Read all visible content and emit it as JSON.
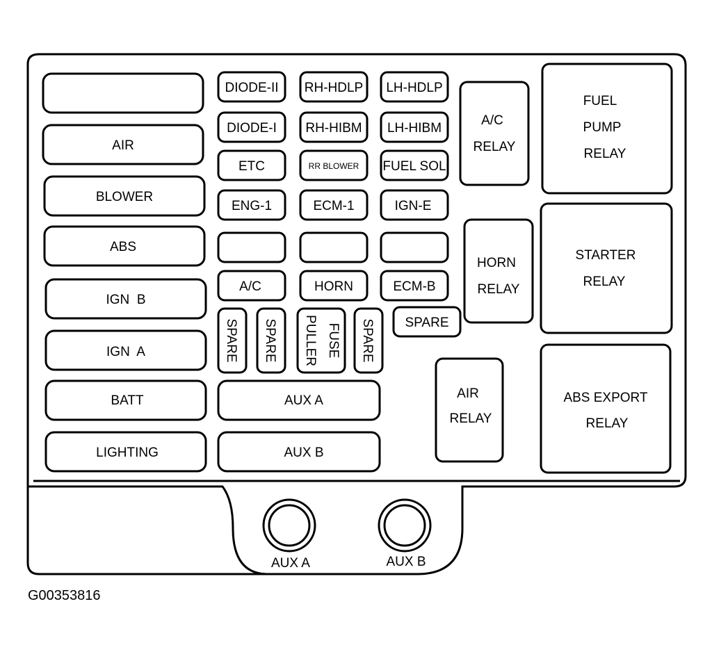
{
  "left_column_fuses": [
    "",
    "AIR",
    "BLOWER",
    "ABS",
    "IGN  B",
    "IGN  A",
    "BATT",
    "LIGHTING"
  ],
  "mini_fuses": {
    "col1": [
      "DIODE-II",
      "DIODE-I",
      "ETC",
      "ENG-1",
      "",
      "A/C"
    ],
    "col2": [
      "RH-HDLP",
      "RH-HIBM",
      "RR BLOWER",
      "ECM-1",
      "",
      "HORN"
    ],
    "col3": [
      "LH-HDLP",
      "LH-HIBM",
      "FUEL SOL",
      "IGN-E",
      "",
      "ECM-B"
    ]
  },
  "vertical_slots": {
    "spare_1": "SPARE",
    "spare_2": "SPARE",
    "fuse_puller_line1": "FUSE",
    "fuse_puller_line2": "PULLER",
    "spare_3": "SPARE"
  },
  "spare_small": "SPARE",
  "aux_fuses": [
    "AUX A",
    "AUX B"
  ],
  "relays": {
    "ac_relay": [
      "A/C",
      "RELAY"
    ],
    "horn_relay": [
      "HORN",
      "RELAY"
    ],
    "air_relay": [
      "AIR",
      "RELAY"
    ],
    "fuel_pump_relay": [
      "FUEL",
      "PUMP",
      "RELAY"
    ],
    "starter_relay": [
      "STARTER",
      "RELAY"
    ],
    "abs_export_relay": [
      "ABS EXPORT",
      "RELAY"
    ]
  },
  "aux_connectors": [
    "AUX A",
    "AUX B"
  ],
  "figure_id": "G00353816"
}
